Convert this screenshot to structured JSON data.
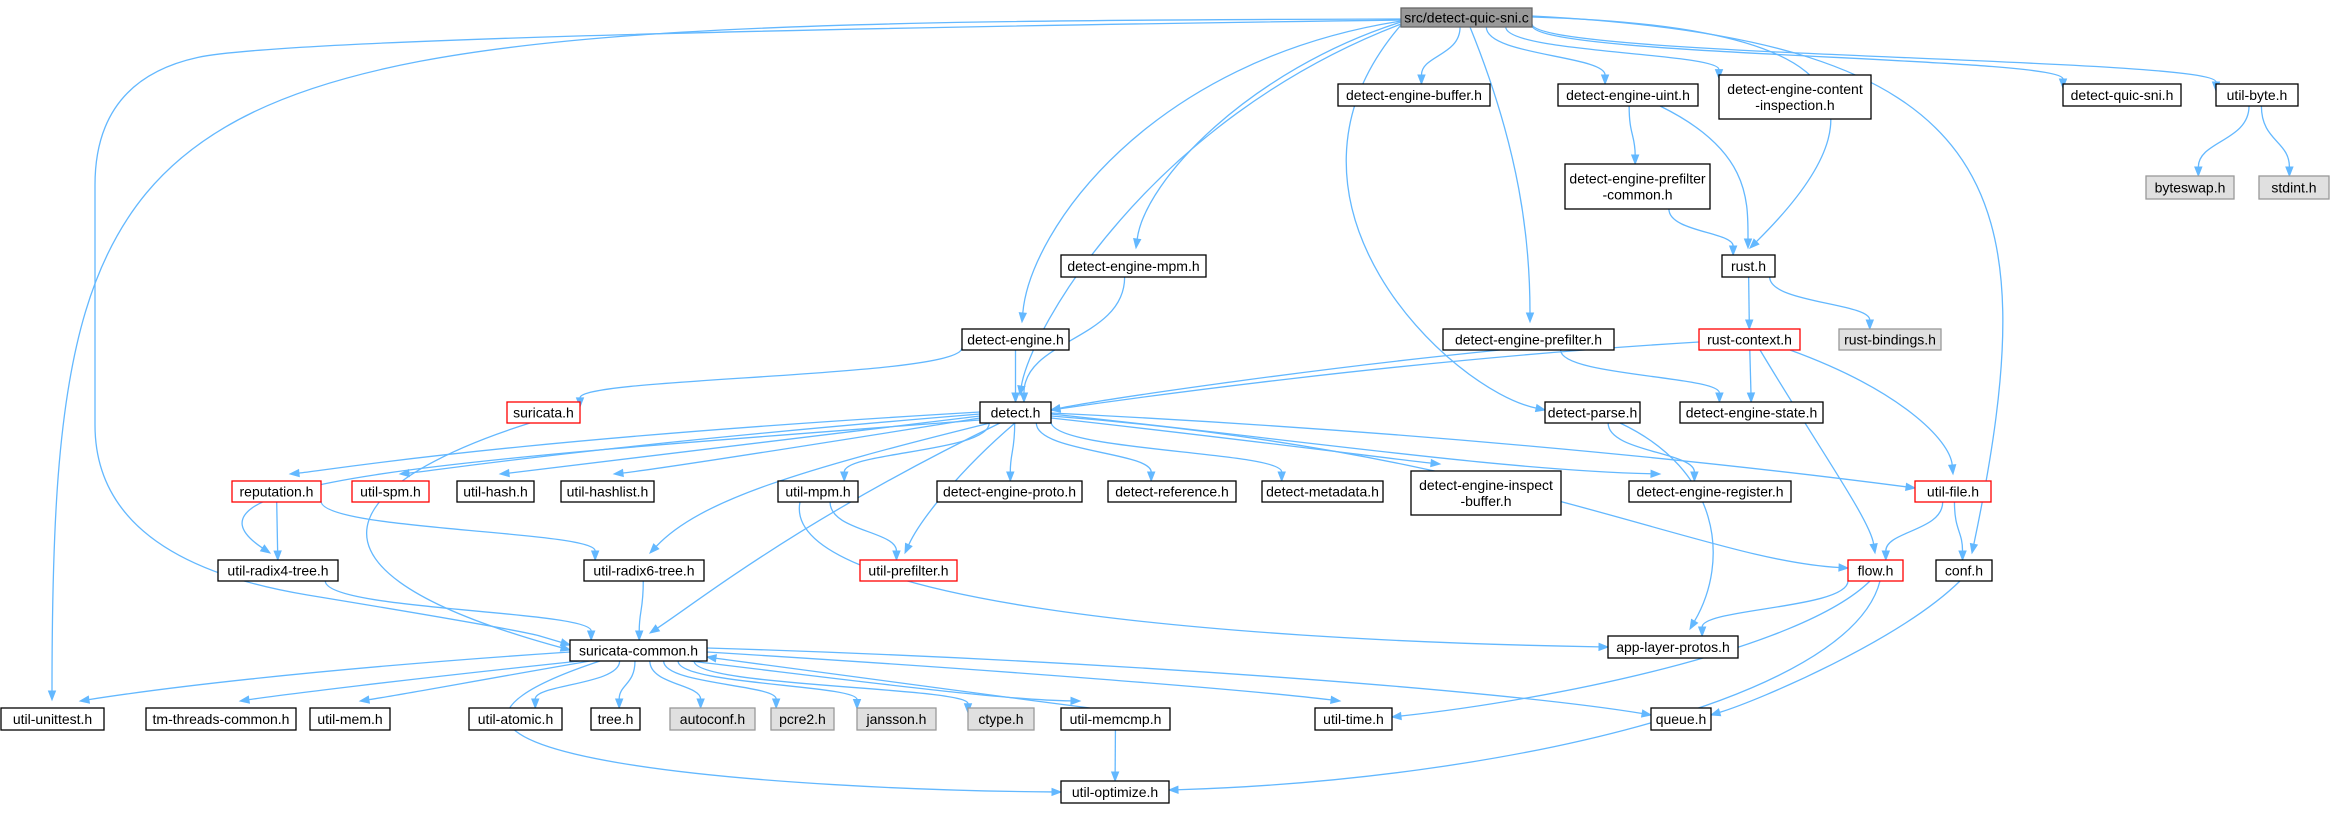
{
  "graph_title": "src/detect-quic-sni.c",
  "colors": {
    "edge": "#63b8ff",
    "root_fill": "#999999",
    "normal_fill": "#ffffff",
    "normal_border": "#000000",
    "missing_fill": "#e0e0e0",
    "missing_border": "#999999",
    "truncated_border": "#ff0000"
  },
  "nodes": [
    {
      "id": "root",
      "label": "src/detect-quic-sni.c",
      "kind": "root"
    },
    {
      "id": "util-unittest",
      "label": "util-unittest.h",
      "kind": "normal"
    },
    {
      "id": "suricata-common",
      "label": "suricata-common.h",
      "kind": "normal"
    },
    {
      "id": "detect-engine",
      "label": "detect-engine.h",
      "kind": "normal"
    },
    {
      "id": "detect-engine-mpm",
      "label": "detect-engine-mpm.h",
      "kind": "normal"
    },
    {
      "id": "detect",
      "label": "detect.h",
      "kind": "normal"
    },
    {
      "id": "detect-parse",
      "label": "detect-parse.h",
      "kind": "normal"
    },
    {
      "id": "detect-engine-buffer",
      "label": "detect-engine-buffer.h",
      "kind": "normal"
    },
    {
      "id": "detect-engine-prefilter",
      "label": "detect-engine-prefilter.h",
      "kind": "normal"
    },
    {
      "id": "detect-engine-uint",
      "label": "detect-engine-uint.h",
      "kind": "normal"
    },
    {
      "id": "detect-engine-content-inspection",
      "label": [
        "detect-engine-content",
        "-inspection.h"
      ],
      "kind": "normal"
    },
    {
      "id": "rust",
      "label": "rust.h",
      "kind": "normal"
    },
    {
      "id": "detect-quic-sni",
      "label": "detect-quic-sni.h",
      "kind": "normal"
    },
    {
      "id": "util-byte",
      "label": "util-byte.h",
      "kind": "normal"
    },
    {
      "id": "conf",
      "label": "conf.h",
      "kind": "normal"
    },
    {
      "id": "byteswap",
      "label": "byteswap.h",
      "kind": "missing"
    },
    {
      "id": "stdint",
      "label": "stdint.h",
      "kind": "missing"
    },
    {
      "id": "detect-engine-prefilter-common",
      "label": [
        "detect-engine-prefilter",
        "-common.h"
      ],
      "kind": "normal"
    },
    {
      "id": "rust-bindings",
      "label": "rust-bindings.h",
      "kind": "missing"
    },
    {
      "id": "rust-context",
      "label": "rust-context.h",
      "kind": "truncated"
    },
    {
      "id": "suricata",
      "label": "suricata.h",
      "kind": "truncated"
    },
    {
      "id": "detect-engine-state",
      "label": "detect-engine-state.h",
      "kind": "normal"
    },
    {
      "id": "reputation",
      "label": "reputation.h",
      "kind": "truncated"
    },
    {
      "id": "util-spm",
      "label": "util-spm.h",
      "kind": "truncated"
    },
    {
      "id": "util-hash",
      "label": "util-hash.h",
      "kind": "normal"
    },
    {
      "id": "util-hashlist",
      "label": "util-hashlist.h",
      "kind": "normal"
    },
    {
      "id": "util-mpm",
      "label": "util-mpm.h",
      "kind": "normal"
    },
    {
      "id": "detect-engine-proto",
      "label": "detect-engine-proto.h",
      "kind": "normal"
    },
    {
      "id": "detect-reference",
      "label": "detect-reference.h",
      "kind": "normal"
    },
    {
      "id": "detect-metadata",
      "label": "detect-metadata.h",
      "kind": "normal"
    },
    {
      "id": "detect-engine-inspect-buffer",
      "label": [
        "detect-engine-inspect",
        "-buffer.h"
      ],
      "kind": "normal"
    },
    {
      "id": "detect-engine-register",
      "label": "detect-engine-register.h",
      "kind": "normal"
    },
    {
      "id": "util-file",
      "label": "util-file.h",
      "kind": "truncated"
    },
    {
      "id": "util-radix4-tree",
      "label": "util-radix4-tree.h",
      "kind": "normal"
    },
    {
      "id": "util-radix6-tree",
      "label": "util-radix6-tree.h",
      "kind": "normal"
    },
    {
      "id": "util-prefilter",
      "label": "util-prefilter.h",
      "kind": "truncated"
    },
    {
      "id": "flow",
      "label": "flow.h",
      "kind": "truncated"
    },
    {
      "id": "app-layer-protos",
      "label": "app-layer-protos.h",
      "kind": "normal"
    },
    {
      "id": "tm-threads-common",
      "label": "tm-threads-common.h",
      "kind": "normal"
    },
    {
      "id": "util-mem",
      "label": "util-mem.h",
      "kind": "normal"
    },
    {
      "id": "util-atomic",
      "label": "util-atomic.h",
      "kind": "normal"
    },
    {
      "id": "tree",
      "label": "tree.h",
      "kind": "normal"
    },
    {
      "id": "autoconf",
      "label": "autoconf.h",
      "kind": "missing"
    },
    {
      "id": "pcre2",
      "label": "pcre2.h",
      "kind": "missing"
    },
    {
      "id": "jansson",
      "label": "jansson.h",
      "kind": "missing"
    },
    {
      "id": "ctype",
      "label": "ctype.h",
      "kind": "missing"
    },
    {
      "id": "util-memcmp",
      "label": "util-memcmp.h",
      "kind": "normal"
    },
    {
      "id": "util-time",
      "label": "util-time.h",
      "kind": "normal"
    },
    {
      "id": "queue",
      "label": "queue.h",
      "kind": "normal"
    },
    {
      "id": "util-optimize",
      "label": "util-optimize.h",
      "kind": "normal"
    }
  ],
  "edges": [
    [
      "root",
      "util-unittest"
    ],
    [
      "root",
      "suricata-common"
    ],
    [
      "root",
      "detect-engine"
    ],
    [
      "root",
      "detect-engine-mpm"
    ],
    [
      "root",
      "detect"
    ],
    [
      "root",
      "detect-parse"
    ],
    [
      "root",
      "detect-engine-buffer"
    ],
    [
      "root",
      "detect-engine-prefilter"
    ],
    [
      "root",
      "detect-engine-uint"
    ],
    [
      "root",
      "detect-engine-content-inspection"
    ],
    [
      "root",
      "rust"
    ],
    [
      "root",
      "detect-quic-sni"
    ],
    [
      "root",
      "util-byte"
    ],
    [
      "root",
      "conf"
    ],
    [
      "util-byte",
      "byteswap"
    ],
    [
      "util-byte",
      "stdint"
    ],
    [
      "detect-engine-uint",
      "detect-engine-prefilter-common"
    ],
    [
      "detect-engine-uint",
      "rust"
    ],
    [
      "detect-engine-prefilter-common",
      "rust"
    ],
    [
      "rust",
      "rust-bindings"
    ],
    [
      "rust",
      "rust-context"
    ],
    [
      "detect-engine-mpm",
      "detect"
    ],
    [
      "detect-engine",
      "detect"
    ],
    [
      "detect-engine",
      "suricata"
    ],
    [
      "detect-engine-prefilter",
      "detect"
    ],
    [
      "detect-engine-prefilter",
      "detect-engine-state"
    ],
    [
      "rust-context",
      "detect"
    ],
    [
      "rust-context",
      "detect-engine-state"
    ],
    [
      "rust-context",
      "util-file"
    ],
    [
      "rust-context",
      "flow"
    ],
    [
      "suricata",
      "suricata-common"
    ],
    [
      "detect",
      "reputation"
    ],
    [
      "detect",
      "util-spm"
    ],
    [
      "detect",
      "util-hash"
    ],
    [
      "detect",
      "util-hashlist"
    ],
    [
      "detect",
      "util-mpm"
    ],
    [
      "detect",
      "detect-engine-proto"
    ],
    [
      "detect",
      "detect-reference"
    ],
    [
      "detect",
      "detect-metadata"
    ],
    [
      "detect",
      "detect-engine-inspect-buffer"
    ],
    [
      "detect",
      "detect-engine-register"
    ],
    [
      "detect",
      "util-file"
    ],
    [
      "detect",
      "util-radix4-tree"
    ],
    [
      "detect",
      "util-radix6-tree"
    ],
    [
      "detect",
      "util-prefilter"
    ],
    [
      "detect",
      "flow"
    ],
    [
      "detect",
      "suricata-common"
    ],
    [
      "detect-parse",
      "detect-engine-register"
    ],
    [
      "detect-parse",
      "app-layer-protos"
    ],
    [
      "reputation",
      "util-radix4-tree"
    ],
    [
      "reputation",
      "util-radix6-tree"
    ],
    [
      "util-mpm",
      "util-prefilter"
    ],
    [
      "util-mpm",
      "app-layer-protos"
    ],
    [
      "util-file",
      "flow"
    ],
    [
      "util-file",
      "conf"
    ],
    [
      "util-radix4-tree",
      "suricata-common"
    ],
    [
      "util-radix6-tree",
      "suricata-common"
    ],
    [
      "flow",
      "app-layer-protos"
    ],
    [
      "flow",
      "util-time"
    ],
    [
      "flow",
      "util-optimize"
    ],
    [
      "conf",
      "queue"
    ],
    [
      "suricata-common",
      "util-unittest"
    ],
    [
      "suricata-common",
      "tm-threads-common"
    ],
    [
      "suricata-common",
      "util-mem"
    ],
    [
      "suricata-common",
      "util-atomic"
    ],
    [
      "suricata-common",
      "tree"
    ],
    [
      "suricata-common",
      "autoconf"
    ],
    [
      "suricata-common",
      "pcre2"
    ],
    [
      "suricata-common",
      "jansson"
    ],
    [
      "suricata-common",
      "ctype"
    ],
    [
      "suricata-common",
      "util-memcmp"
    ],
    [
      "suricata-common",
      "util-time"
    ],
    [
      "suricata-common",
      "queue"
    ],
    [
      "suricata-common",
      "util-optimize"
    ],
    [
      "util-memcmp",
      "suricata-common"
    ],
    [
      "util-memcmp",
      "util-optimize"
    ]
  ]
}
